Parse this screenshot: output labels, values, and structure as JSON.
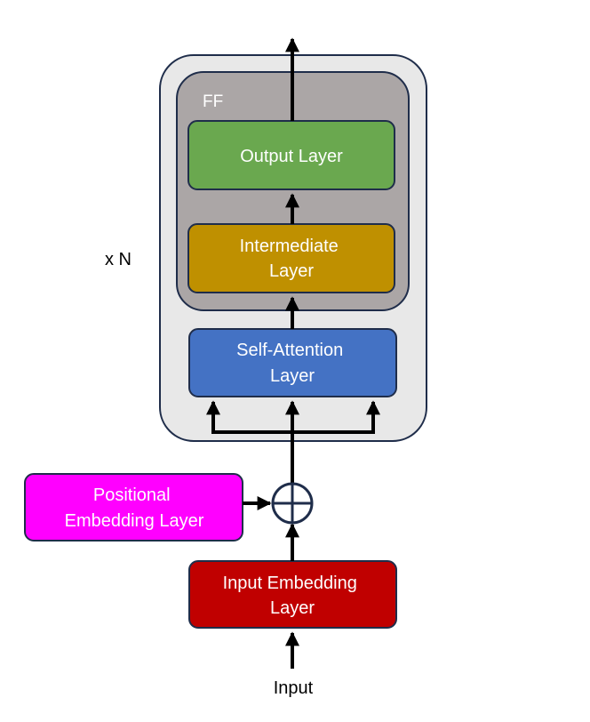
{
  "repeat_label": "x N",
  "ff_label": "FF",
  "output_layer": {
    "lines": [
      "Output Layer"
    ],
    "color": "#6aa84f"
  },
  "intermediate_layer": {
    "lines": [
      "Intermediate",
      "Layer"
    ],
    "color": "#bf9000"
  },
  "self_attention_layer": {
    "lines": [
      "Self-Attention",
      "Layer"
    ],
    "color": "#4472c4"
  },
  "positional_embedding_layer": {
    "lines": [
      "Positional",
      "Embedding Layer"
    ],
    "color": "#ff00ff"
  },
  "input_embedding_layer": {
    "lines": [
      "Input Embedding",
      "Layer"
    ],
    "color": "#c00000"
  },
  "input_label": "Input",
  "colors": {
    "outer_block": "#e8e8e8",
    "ff_block": "#aba6a6",
    "outline": "#1f2d4a",
    "text_light": "#ffffff",
    "arrow": "#000000"
  }
}
